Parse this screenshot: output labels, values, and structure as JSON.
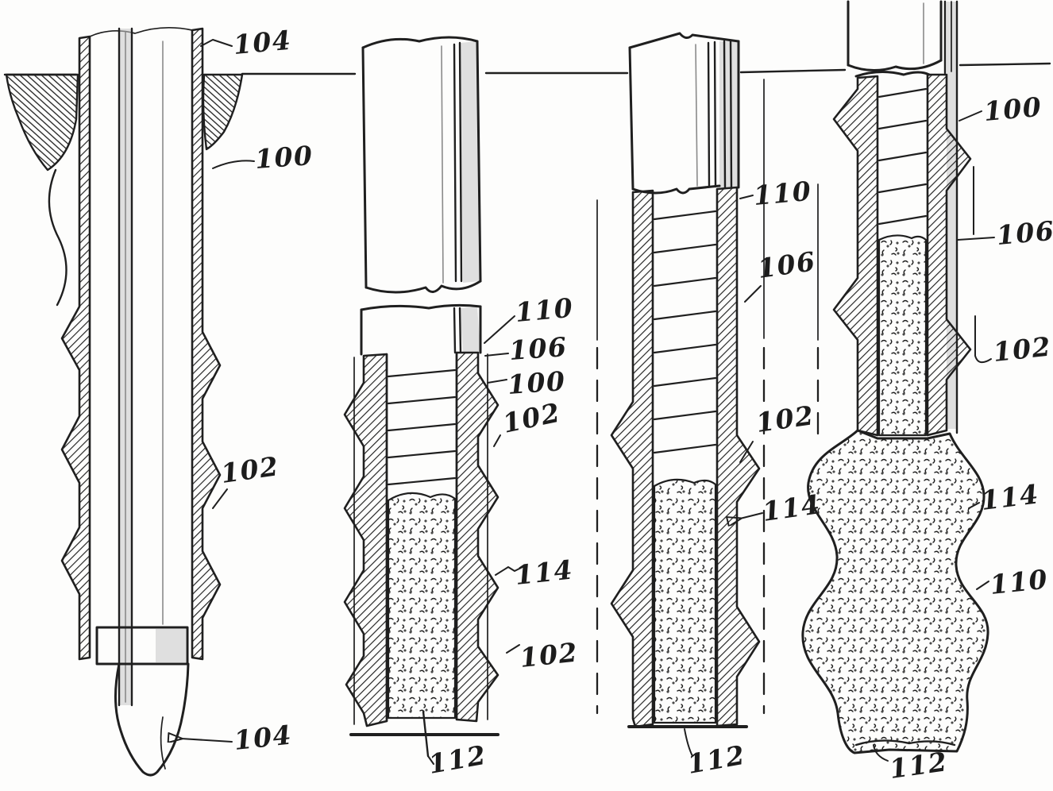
{
  "meta": {
    "description": "Patent-style ink drawing: four sequential sectional views of a pile casing driven in the ground and a corrugated shell filled with concrete",
    "ink_color": "#1f1f1f",
    "background_color": "#ffffff"
  },
  "figures": [
    {
      "id": "view-1",
      "labels": [
        {
          "text": "104"
        },
        {
          "text": "100"
        },
        {
          "text": "102"
        },
        {
          "text": "104"
        }
      ]
    },
    {
      "id": "view-2",
      "labels": [
        {
          "text": "110"
        },
        {
          "text": "106"
        },
        {
          "text": "100"
        },
        {
          "text": "102"
        },
        {
          "text": "114"
        },
        {
          "text": "102"
        },
        {
          "text": "112"
        }
      ]
    },
    {
      "id": "view-3",
      "labels": [
        {
          "text": "110"
        },
        {
          "text": "106"
        },
        {
          "text": "102"
        },
        {
          "text": "114"
        },
        {
          "text": "112"
        }
      ]
    },
    {
      "id": "view-4",
      "labels": [
        {
          "text": "100"
        },
        {
          "text": "106"
        },
        {
          "text": "102"
        },
        {
          "text": "114"
        },
        {
          "text": "110"
        },
        {
          "text": "112"
        }
      ]
    }
  ]
}
